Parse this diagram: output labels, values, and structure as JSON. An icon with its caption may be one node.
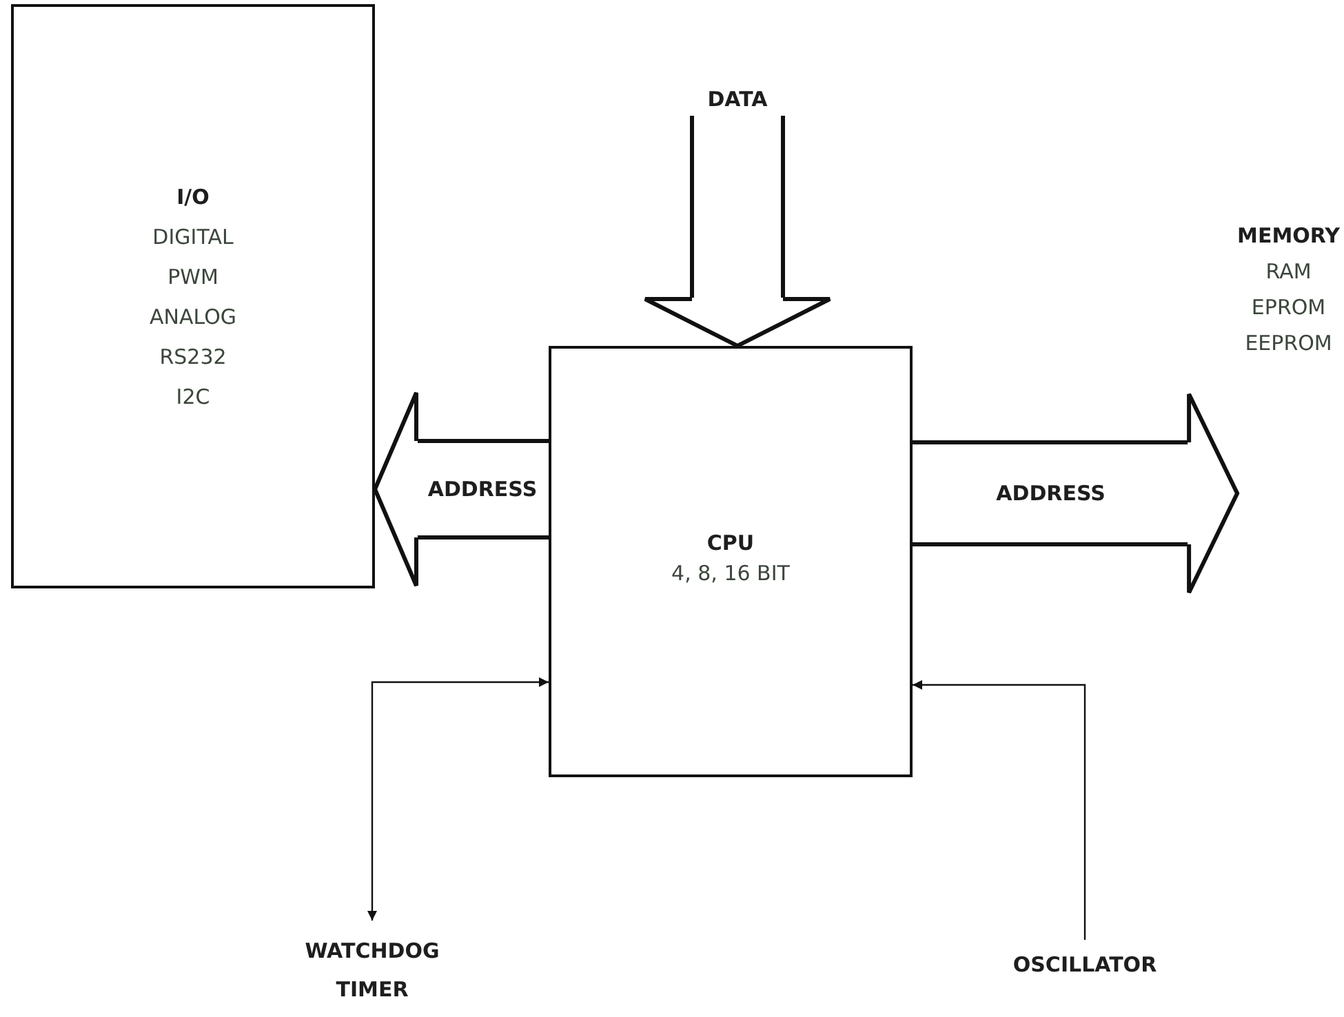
{
  "diagram": {
    "nodes": [
      {
        "text": [
          "I/O",
          "DIGITAL",
          "PWM",
          "ANALOG",
          "RS232",
          "I2C"
        ]
      },
      {
        "text": [
          "CPU",
          "4, 8, 16 BIT"
        ]
      },
      {
        "text": [
          "DATA"
        ]
      },
      {
        "text": [
          "MEMORY",
          "RAM",
          "EPROM",
          "EEPROM"
        ]
      },
      {
        "text": [
          "WATCHDOG TIMER"
        ]
      },
      {
        "text": [
          "OSCILLATOR"
        ]
      }
    ],
    "edges": [
      {
        "from": 2,
        "to": 1,
        "arrow": "to"
      },
      {
        "from": 1,
        "to": 0,
        "arrow": "to",
        "label": "ADDRESS"
      },
      {
        "from": 1,
        "to": 3,
        "arrow": "to",
        "label": "ADDRESS"
      },
      {
        "from": 1,
        "to": 4,
        "arrow": "both"
      },
      {
        "from": 5,
        "to": 1,
        "arrow": "to"
      }
    ]
  }
}
